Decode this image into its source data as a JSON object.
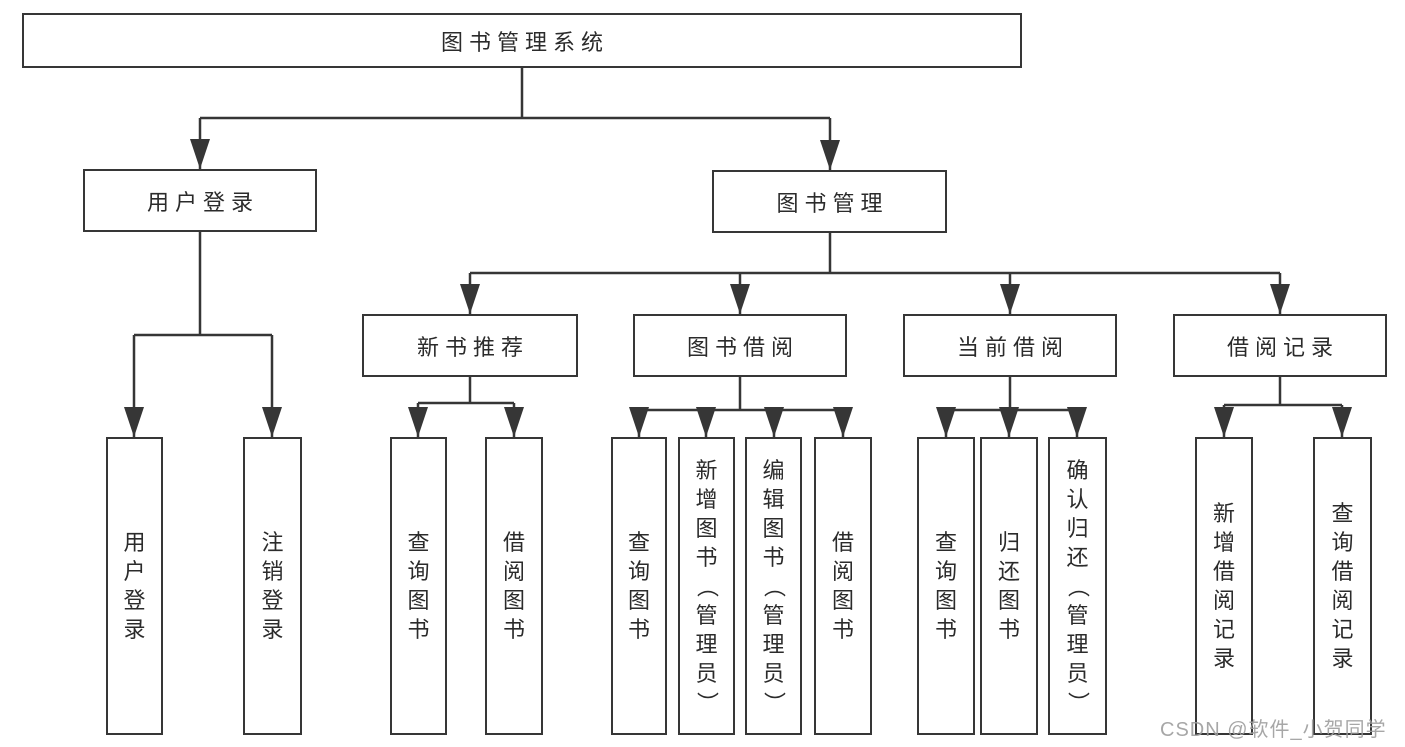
{
  "tree": {
    "root": {
      "label": "图书管理系统"
    },
    "branches": [
      {
        "label": "用户登录",
        "children": [
          {
            "label": "用户登录"
          },
          {
            "label": "注销登录"
          }
        ]
      },
      {
        "label": "图书管理",
        "children": [
          {
            "label": "新书推荐",
            "children": [
              {
                "label": "查询图书"
              },
              {
                "label": "借阅图书"
              }
            ]
          },
          {
            "label": "图书借阅",
            "children": [
              {
                "label": "查询图书"
              },
              {
                "label": "新增图书（管理员）"
              },
              {
                "label": "编辑图书（管理员）"
              },
              {
                "label": "借阅图书"
              }
            ]
          },
          {
            "label": "当前借阅",
            "children": [
              {
                "label": "查询图书"
              },
              {
                "label": "归还图书"
              },
              {
                "label": "确认归还（管理员）"
              }
            ]
          },
          {
            "label": "借阅记录",
            "children": [
              {
                "label": "新增借阅记录"
              },
              {
                "label": "查询借阅记录"
              }
            ]
          }
        ]
      }
    ]
  },
  "watermark": {
    "text": "CSDN @软件_小贺同学",
    "color": "#9e9e9e"
  },
  "colors": {
    "line": "#363636",
    "box_border": "#363636",
    "text": "#2b2b2b",
    "background": "#ffffff"
  }
}
